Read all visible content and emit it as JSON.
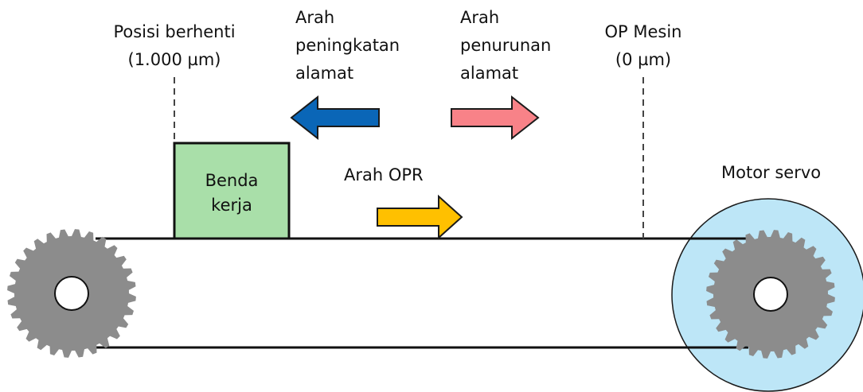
{
  "labels": {
    "stop_position_title": "Posisi berhenti",
    "stop_position_value": "(1.000 µm)",
    "address_increase_line1": "Arah",
    "address_increase_line2": "peningkatan",
    "address_increase_line3": "alamat",
    "address_decrease_line1": "Arah",
    "address_decrease_line2": "penurunan",
    "address_decrease_line3": "alamat",
    "machine_op_title": "OP Mesin",
    "machine_op_value": "(0 µm)",
    "workpiece_line1": "Benda",
    "workpiece_line2": "kerja",
    "opr_direction": "Arah OPR",
    "servo_motor": "Motor servo"
  },
  "colors": {
    "arrow_address_increase": "#0a66b7",
    "arrow_address_decrease": "#f88288",
    "arrow_opr": "#ffc000",
    "workpiece_fill": "#a9dfa9",
    "gear_fill": "#8c8c8c",
    "servo_disc_fill": "#bde6f7"
  }
}
